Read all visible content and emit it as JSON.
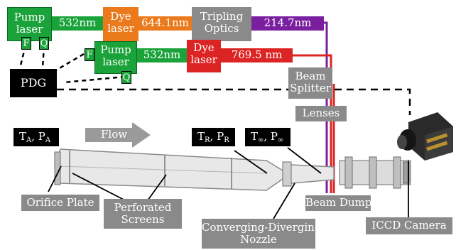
{
  "lasers": {
    "pump1": "Pump laser",
    "pump1_line1": "Pump",
    "pump1_line2": "laser",
    "pump1_f": "F",
    "pump1_q": "Q",
    "wl_532_a": "532nm",
    "dye1_line1": "Dye",
    "dye1_line2": "laser",
    "wl_644": "644.1nm",
    "tripling_line1": "Tripling",
    "tripling_line2": "Optics",
    "wl_214": "214.7nm",
    "pump2_line1": "Pump",
    "pump2_line2": "laser",
    "pump2_f": "F",
    "pump2_q": "Q",
    "wl_532_b": "532nm",
    "dye2_line1": "Dye",
    "dye2_line2": "laser",
    "wl_769": "769.5 nm",
    "pdg": "PDG"
  },
  "optics": {
    "splitter_line1": "Beam",
    "splitter_line2": "Splitter",
    "lenses": "Lenses",
    "beam_dump": "Beam Dump",
    "camera": "ICCD Camera"
  },
  "tunnel": {
    "flow": "Flow",
    "ta_main": "T",
    "ta_sub": "A",
    "pa_main": "P",
    "pa_sub": "A",
    "tr_main": "T",
    "tr_sub": "R",
    "pr_main": "P",
    "pr_sub": "R",
    "tinf_main": "T",
    "tinf_sub": "∞",
    "pinf_main": "P",
    "pinf_sub": "∞",
    "orifice": "Orifice Plate",
    "screens_line1": "Perforated",
    "screens_line2": "Screens",
    "nozzle_line1": "Converging-Diverging",
    "nozzle_line2": "Nozzle"
  },
  "colors": {
    "pump": "#1aa33a",
    "dye_orange": "#ea7a1c",
    "dye_red": "#dd2424",
    "uv_purple": "#7a1fa0",
    "gray_box": "#8a8a8a",
    "black_box": "#000000"
  }
}
